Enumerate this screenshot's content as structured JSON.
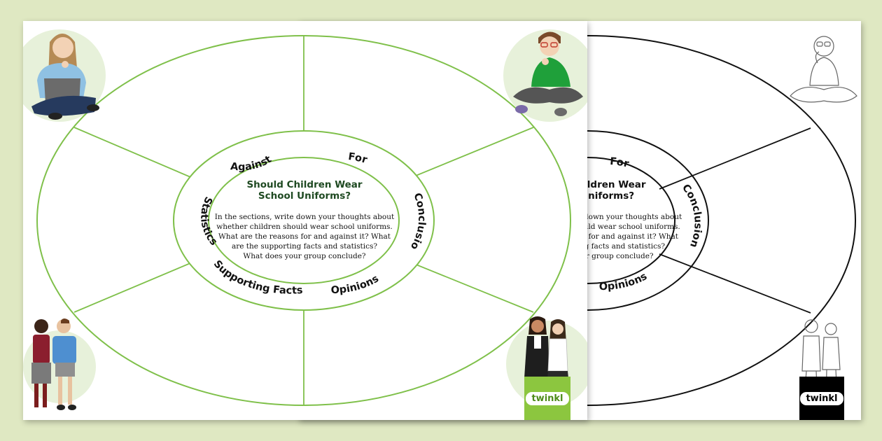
{
  "worksheet": {
    "title_line1": "Should Children Wear",
    "title_line2": "School Uniforms?",
    "instructions": [
      "In the sections, write down your thoughts about",
      "whether children should wear school uniforms.",
      "What are the reasons for and against it? What",
      "are the supporting facts and statistics?",
      "What does your group conclude?"
    ],
    "sections": {
      "against": "Against",
      "for": "For",
      "statistics": "Statistics",
      "conclusion": "Conclusion",
      "supporting_facts": "Supporting Facts",
      "opinions": "Opinions"
    },
    "logo": "twinkl"
  },
  "colors": {
    "background": "#dfe8c2",
    "accent_green": "#7fc04a",
    "title_green": "#1f4a22",
    "logo_green": "#8cc63f",
    "circle_bg": "#e7f1da"
  },
  "icons": {
    "top_left": "girl-thinking-illustration",
    "top_right": "boy-thinking-illustration",
    "bottom_left": "two-pupils-in-uniform-illustration",
    "bottom_right": "two-girls-in-uniform-illustration"
  }
}
